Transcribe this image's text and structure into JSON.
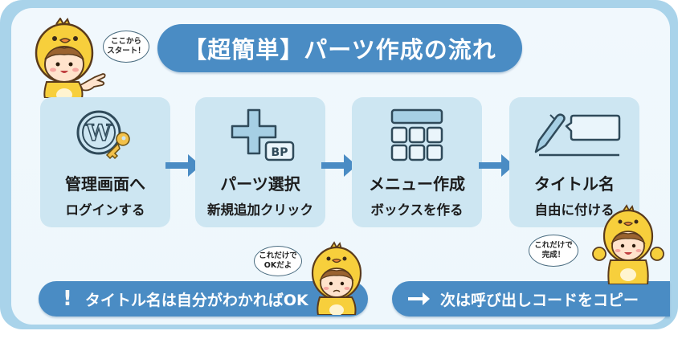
{
  "title": "【超簡単】パーツ作成の流れ",
  "colors": {
    "frame": "#a9d3ea",
    "panel": "#eef7fc",
    "accent_blue": "#4a8cc4",
    "card_bg": "#cde6f2",
    "key_yellow": "#f2c14a",
    "chick_yellow": "#f7cf3c"
  },
  "bubbles": {
    "start": [
      "ここから",
      "スタート！"
    ],
    "ok": [
      "これだけで",
      "OKだよ"
    ],
    "done": [
      "これだけで",
      "完成！"
    ]
  },
  "steps": [
    {
      "icon": "wordpress-key-icon",
      "line1": "管理画面へ",
      "line2": "ログインする"
    },
    {
      "icon": "plus-bp-icon",
      "badge": "BP",
      "line1": "パーツ選択",
      "line2": "新規追加クリック"
    },
    {
      "icon": "menu-grid-icon",
      "line1": "メニュー作成",
      "line2": "ボックスを作る"
    },
    {
      "icon": "pen-label-icon",
      "line1": "タイトル名",
      "line2": "自由に付ける"
    }
  ],
  "notes": {
    "left": {
      "icon": "exclamation-icon",
      "mark": "!",
      "text": "タイトル名は自分がわかればOK"
    },
    "right": {
      "icon": "arrow-right-icon",
      "text": "次は呼び出しコードをコピー"
    }
  }
}
